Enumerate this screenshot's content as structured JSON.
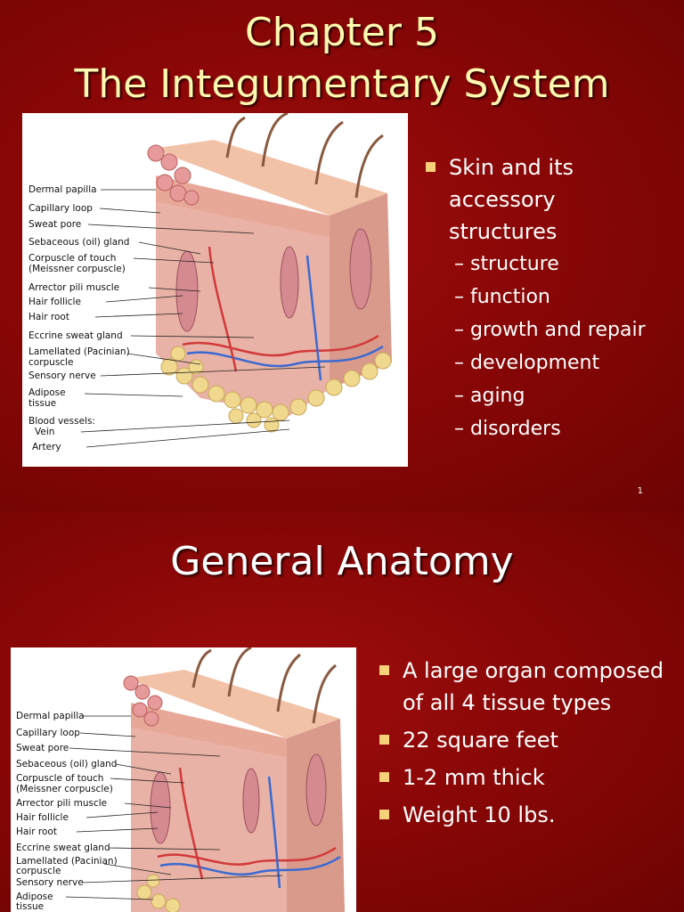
{
  "slides": [
    {
      "title_line1": "Chapter 5",
      "title_line2": "The Integumentary System",
      "bullets": [
        {
          "text": "Skin and its accessory structures"
        }
      ],
      "sub_bullets": [
        "– structure",
        "– function",
        "– growth and repair",
        "– development",
        "– aging",
        "– disorders"
      ],
      "page_number": "1",
      "figure_labels": [
        "Dermal papilla",
        "Capillary loop",
        "Sweat pore",
        "Sebaceous (oil) gland",
        "Corpuscle of touch",
        "(Meissner corpuscle)",
        "Arrector pili muscle",
        "Hair follicle",
        "Hair root",
        "Eccrine sweat gland",
        "Lamellated (Pacinian)",
        "corpuscle",
        "Sensory nerve",
        "Adipose",
        "tissue",
        "Blood vessels:",
        "Vein",
        "Artery"
      ]
    },
    {
      "title": "General Anatomy",
      "bullets": [
        "A large organ composed of all 4 tissue types",
        "22 square feet",
        "1-2 mm thick",
        "Weight 10 lbs."
      ],
      "figure_labels": [
        "Dermal papilla",
        "Capillary loop",
        "Sweat pore",
        "Sebaceous (oil) gland",
        "Corpuscle of touch",
        "(Meissner corpuscle)",
        "Arrector pili muscle",
        "Hair follicle",
        "Hair root",
        "Eccrine sweat gland",
        "Lamellated (Pacinian)",
        "corpuscle",
        "Sensory nerve",
        "Adipose",
        "tissue"
      ]
    }
  ],
  "colors": {
    "background": "#8a0707",
    "title": "#fff9b0",
    "bullet_marker": "#f7d07a",
    "text": "#ffffff"
  }
}
